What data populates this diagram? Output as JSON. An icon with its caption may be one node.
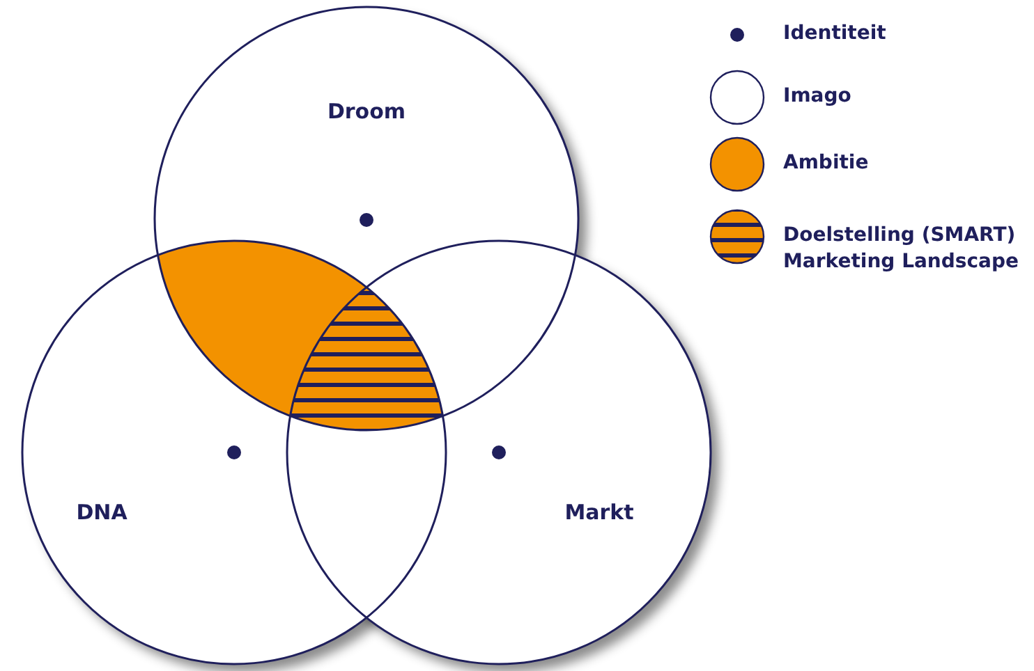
{
  "diagram": {
    "nodes": [
      {
        "text": [
          "Droom"
        ]
      },
      {
        "text": [
          "DNA"
        ]
      },
      {
        "text": [
          "Markt"
        ]
      }
    ],
    "legend": [
      {
        "text": "Identiteit"
      },
      {
        "text": "Imago"
      },
      {
        "text": "Ambitie",
        "color": "#f39200"
      },
      {
        "text": "Doelstelling (SMART) Marketing Landscape"
      }
    ]
  }
}
